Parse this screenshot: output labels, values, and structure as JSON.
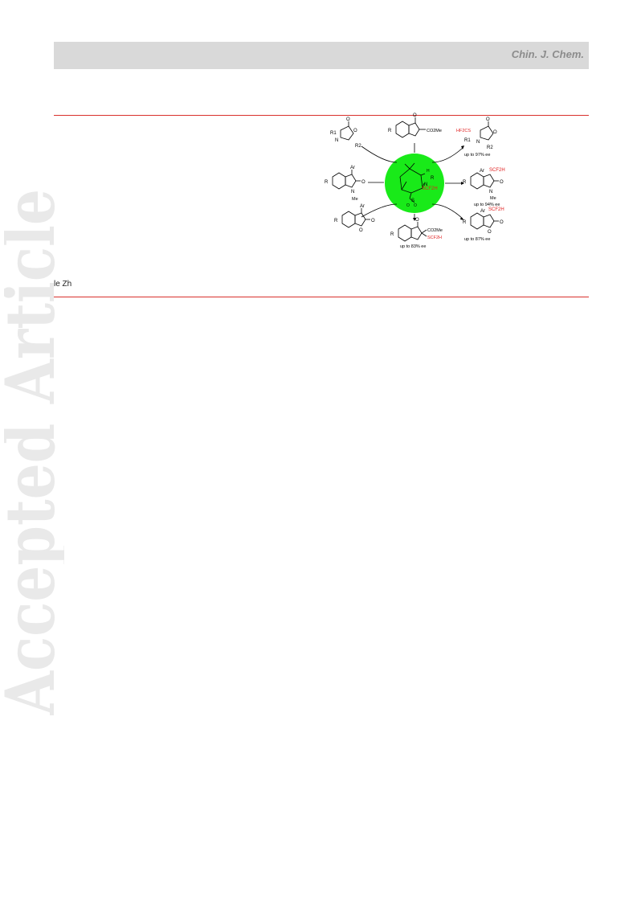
{
  "header": {
    "journal": "Chin. J. Chem."
  },
  "watermark": {
    "text": "Accepted Article"
  },
  "author_fragment": "le Zh",
  "graphic": {
    "center_groups": {
      "r": "R",
      "h": "H",
      "n": "N",
      "scf2h": "SCF2H",
      "s": "S",
      "o1": "O",
      "o2": "O"
    },
    "top_left": {
      "r1": "R1",
      "r2": "R2",
      "n": "N",
      "o1": "O",
      "o2": "O"
    },
    "top_center": {
      "r": "R",
      "co2me": "CO2Me",
      "o": "O"
    },
    "top_right": {
      "tag": "HF2CS",
      "r1": "R1",
      "r2": "R2",
      "n": "N",
      "o1": "O",
      "o2": "O",
      "ee": "up to 97% ee"
    },
    "mid_left": {
      "r": "R",
      "ar": "Ar",
      "n": "N",
      "me": "Me",
      "o": "O"
    },
    "mid_right": {
      "r": "R",
      "ar": "Ar",
      "scf2h": "SCF2H",
      "n": "N",
      "me": "Me",
      "o": "O",
      "ee": "up to 94% ee"
    },
    "bottom_left": {
      "r": "R",
      "ar": "Ar",
      "o1": "O",
      "o2": "O"
    },
    "bottom_center": {
      "r": "R",
      "co2me": "CO2Me",
      "scf2h": "SCF2H",
      "o": "O",
      "ee": "up to 83% ee"
    },
    "bottom_right": {
      "r": "R",
      "ar": "Ar",
      "scf2h": "SCF2H",
      "o1": "O",
      "o2": "O",
      "ee": "up to 87% ee"
    }
  }
}
